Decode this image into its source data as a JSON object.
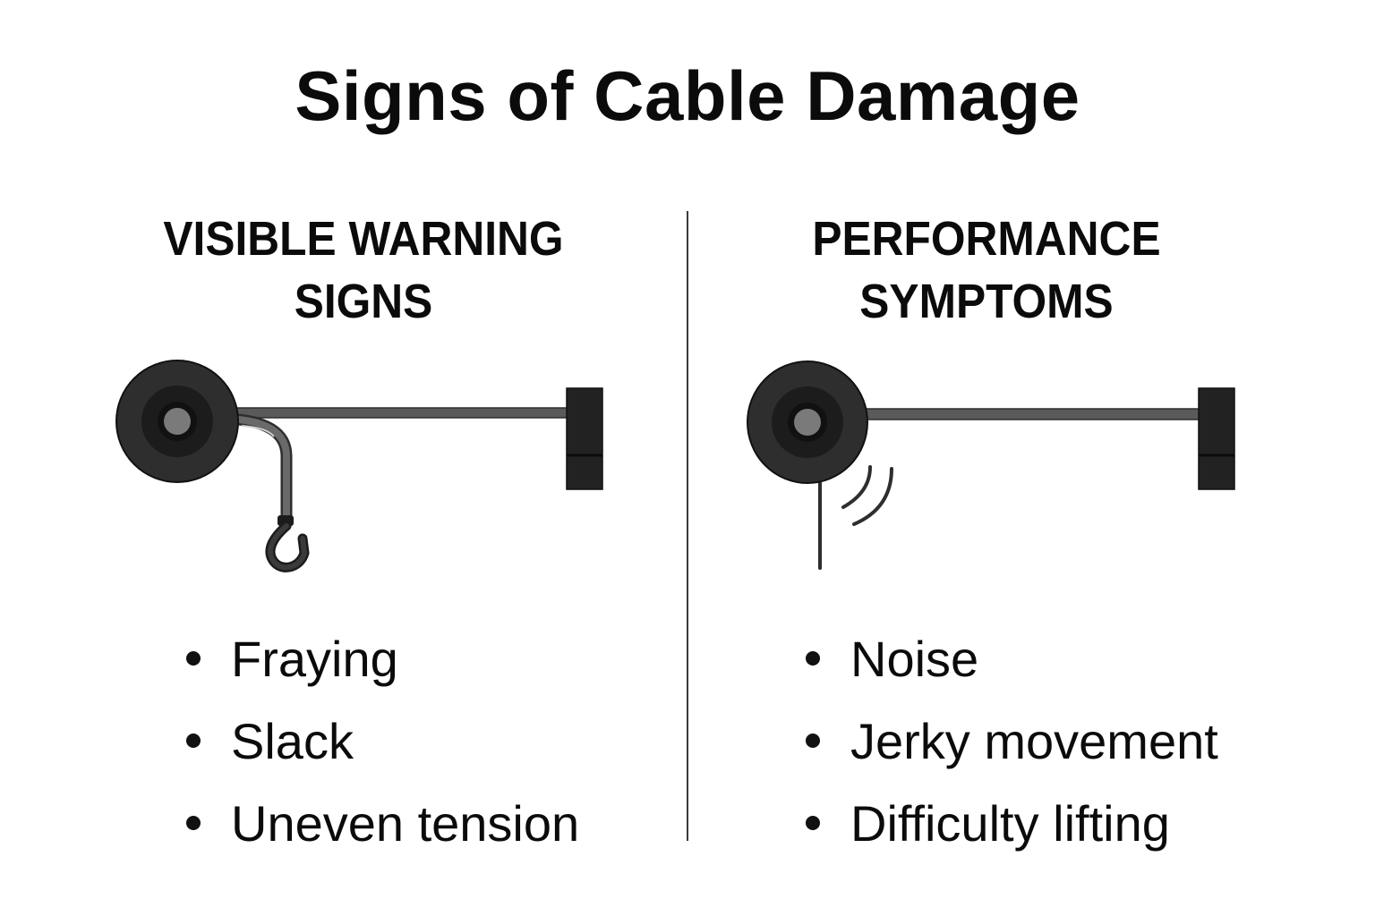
{
  "title": "Signs of Cable Damage",
  "columns": [
    {
      "heading_line1": "VISIBLE WARNING",
      "heading_line2": "SIGNS",
      "illustration": "pulley-cable-frayed-hook-icon",
      "items": [
        "Fraying",
        "Slack",
        "Uneven tension"
      ]
    },
    {
      "heading_line1": "PERFORMANCE",
      "heading_line2": "SYMPTOMS",
      "illustration": "pulley-cable-noise-icon",
      "items": [
        "Noise",
        "Jerky movement",
        "Difficulty lifting"
      ]
    }
  ],
  "colors": {
    "background": "#ffffff",
    "text": "#0b0b0b",
    "pulley_outer": "#2e2e2e",
    "pulley_inner": "#1c1c1c",
    "pulley_hub": "#7a7a7a",
    "cable": "#5a5a5a",
    "bracket": "#222222"
  }
}
